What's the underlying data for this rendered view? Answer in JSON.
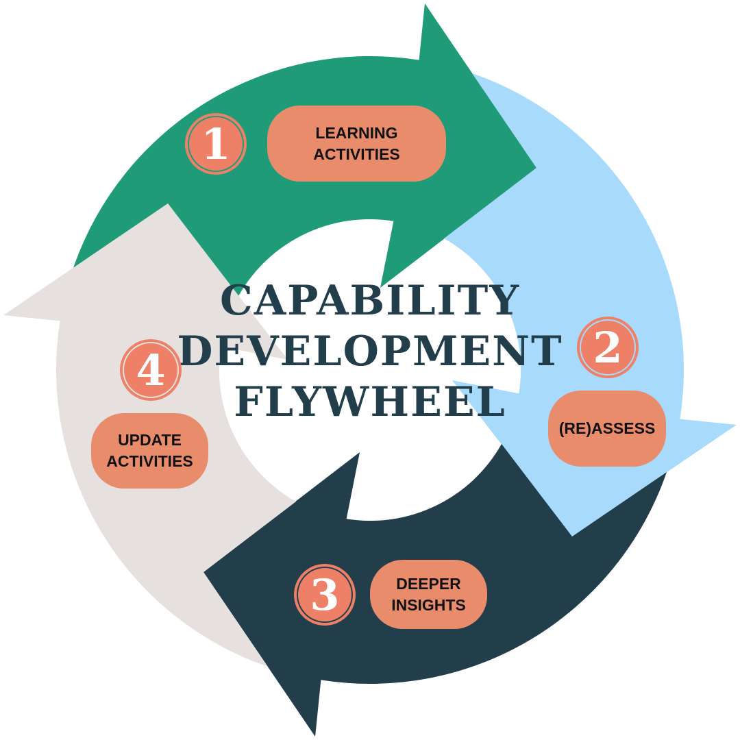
{
  "title": {
    "line1": "CAPABILITY",
    "line2": "DEVELOPMENT",
    "line3": "FLYWHEEL"
  },
  "steps": [
    {
      "number": "1",
      "label": "LEARNING\nACTIVITIES",
      "color": "#1f9b78"
    },
    {
      "number": "2",
      "label": "(RE)ASSESS",
      "color": "#a8dafc"
    },
    {
      "number": "3",
      "label": "DEEPER\nINSIGHTS",
      "color": "#233e4b"
    },
    {
      "number": "4",
      "label": "UPDATE\nACTIVITIES",
      "color": "#e6e0df"
    }
  ],
  "colors": {
    "badge": "#ee8068",
    "pill": "#e88c6c",
    "title": "#233e4b"
  }
}
